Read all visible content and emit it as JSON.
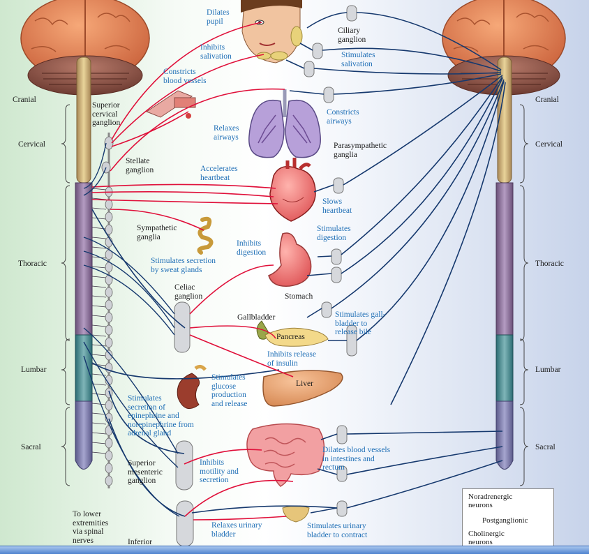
{
  "regions": {
    "left": [
      "Cranial",
      "Cervical",
      "Thoracic",
      "Lumbar",
      "Sacral"
    ],
    "right": [
      "Cranial",
      "Cervical",
      "Thoracic",
      "Lumbar",
      "Sacral"
    ]
  },
  "sympathetic_labels": {
    "dilates_pupil": "Dilates\npupil",
    "inhibits_salivation": "Inhibits\nsalivation",
    "constricts_vessels": "Constricts\nblood vessels",
    "relaxes_airways": "Relaxes\nairways",
    "accelerates_heartbeat": "Accelerates\nheartbeat",
    "stimulates_sweat": "Stimulates secretion\nby sweat glands",
    "inhibits_digestion": "Inhibits\ndigestion",
    "stimulates_glucose": "Stimulates\nglucose\nproduction\nand release",
    "stimulates_epinephrine": "Stimulates\nsecretion of\nepinephrine and\nnorepinephrine from\nadrenal gland",
    "inhibits_motility": "Inhibits\nmotility and\nsecretion",
    "relaxes_bladder": "Relaxes urinary\nbladder",
    "inhibits_insulin": "Inhibits release\nof insulin"
  },
  "parasympathetic_labels": {
    "ciliary_ganglion": "Ciliary\nganglion",
    "stimulates_salivation": "Stimulates\nsalivation",
    "constricts_airways": "Constricts\nairways",
    "parasympathetic_ganglia": "Parasympathetic\nganglia",
    "slows_heartbeat": "Slows\nheartbeat",
    "stimulates_digestion": "Stimulates\ndigestion",
    "stimulates_gallbladder": "Stimulates gall-\nbladder to\nrelease bile",
    "dilates_vessels": "Dilates blood vessels\nin intestines and\nrectum",
    "stimulates_bladder": "Stimulates urinary\nbladder to contract"
  },
  "structure_labels": {
    "superior_cervical": "Superior\ncervical\nganglion",
    "stellate": "Stellate\nganglion",
    "sympathetic_ganglia": "Sympathetic\nganglia",
    "celiac": "Celiac\nganglion",
    "stomach": "Stomach",
    "gallbladder": "Gallbladder",
    "pancreas": "Pancreas",
    "liver": "Liver",
    "superior_mesenteric": "Superior\nmesenteric\nganglion",
    "lower_extremities": "To lower\nextremities\nvia spinal\nnerves",
    "inferior": "Inferior"
  },
  "legend": {
    "noradrenergic": "Noradrenergic\nneurons",
    "postganglionic": "Postganglionic",
    "cholinergic": "Cholinergic\nneurons"
  },
  "colors": {
    "sympathetic": "#e0103a",
    "parasympathetic": "#16396e",
    "label_blue": "#1f6fb6",
    "ganglion": "#d6d8dc"
  }
}
